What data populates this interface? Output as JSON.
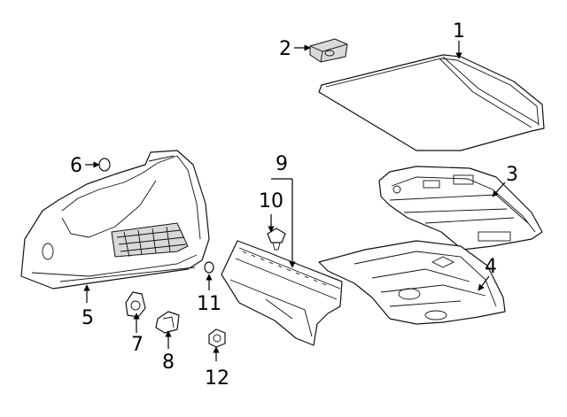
{
  "callouts": {
    "c1": "1",
    "c2": "2",
    "c3": "3",
    "c4": "4",
    "c5": "5",
    "c6": "6",
    "c7": "7",
    "c8": "8",
    "c9": "9",
    "c10": "10",
    "c11": "11",
    "c12": "12"
  },
  "colors": {
    "line": "#111111",
    "background": "#ffffff",
    "shade": "#d9d9d9"
  }
}
